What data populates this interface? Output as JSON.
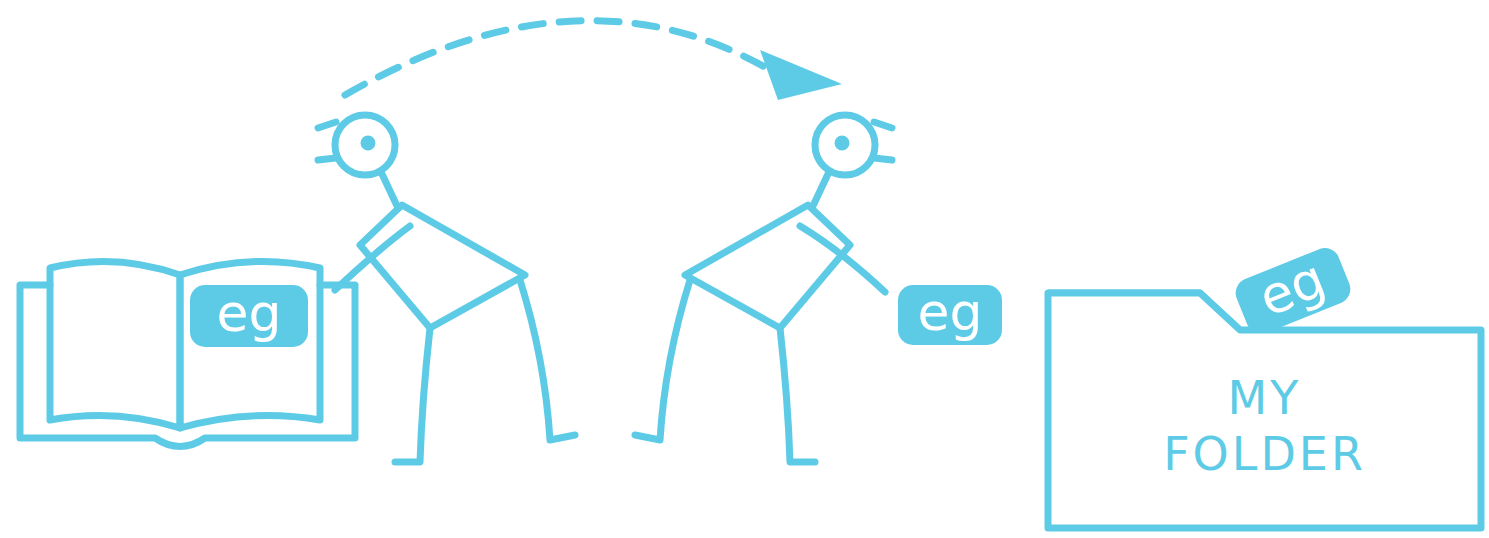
{
  "diagram": {
    "nodes": [
      {
        "text": [
          "eg"
        ]
      },
      {
        "text": [
          "eg"
        ]
      },
      {
        "text": [
          "MY FOLDER"
        ]
      },
      {
        "text": [
          "eg"
        ],
        "in": 2
      }
    ]
  }
}
